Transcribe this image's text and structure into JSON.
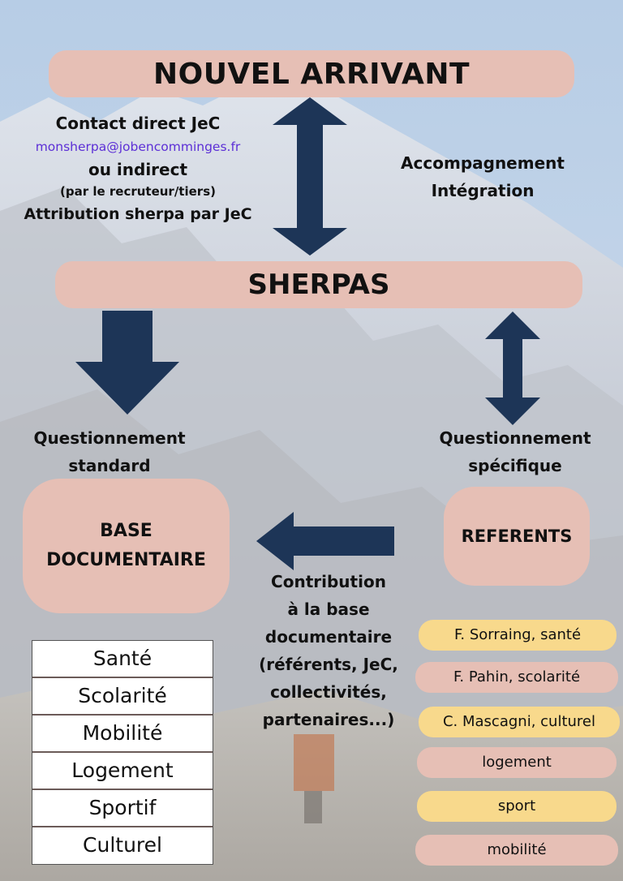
{
  "header": {
    "title": "NOUVEL ARRIVANT"
  },
  "contact": {
    "line1": "Contact direct JeC",
    "email": "monsherpa@jobencomminges.fr",
    "line3": "ou indirect",
    "line4": "(par le recruteur/tiers)",
    "line5": "Attribution sherpa par JeC"
  },
  "accompagnement": {
    "line1": "Accompagnement",
    "line2": "Intégration"
  },
  "sherpas": {
    "label": "SHERPAS"
  },
  "questionnement_standard": {
    "line1": "Questionnement",
    "line2": "standard"
  },
  "questionnement_specifique": {
    "line1": "Questionnement",
    "line2": "spécifique"
  },
  "base_documentaire": {
    "line1": "BASE",
    "line2": "DOCUMENTAIRE"
  },
  "referents": {
    "label": "REFERENTS"
  },
  "contribution": {
    "lines": [
      "Contribution",
      "à la base",
      "documentaire",
      "(référents, JeC,",
      "collectivités,",
      "partenaires...)"
    ]
  },
  "categories": [
    "Santé",
    "Scolarité",
    "Mobilité",
    "Logement",
    "Sportif",
    "Culturel"
  ],
  "referents_list": [
    {
      "label": "F. Sorraing, santé",
      "color": "yellow"
    },
    {
      "label": "F. Pahin, scolarité",
      "color": "pink"
    },
    {
      "label": "C. Mascagni, culturel",
      "color": "yellow"
    },
    {
      "label": "logement",
      "color": "pink"
    },
    {
      "label": "sport",
      "color": "yellow"
    },
    {
      "label": "mobilité",
      "color": "pink"
    }
  ],
  "colors": {
    "pill": "#e6bfb5",
    "yellow": "#f8d98c",
    "arrow": "#1d3557",
    "email": "#5c2fd6"
  }
}
